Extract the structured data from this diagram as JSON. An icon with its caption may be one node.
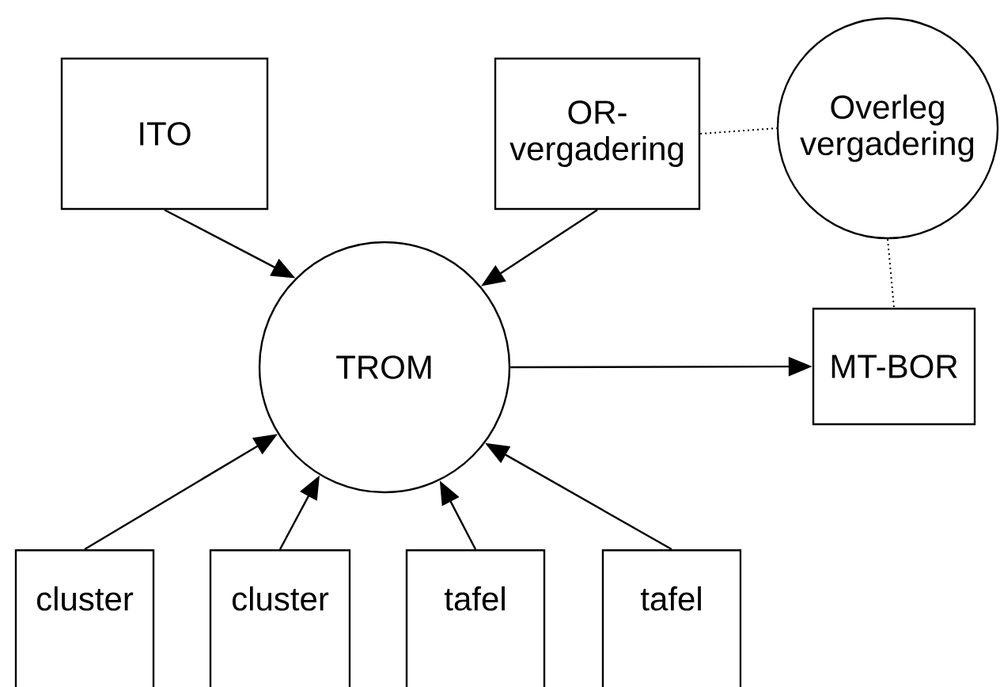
{
  "diagram": {
    "nodes": [
      {
        "text": [
          "ITO"
        ]
      },
      {
        "text": [
          "OR-vergadering"
        ]
      },
      {
        "text": [
          "Overleg vergadering"
        ]
      },
      {
        "text": [
          "TROM"
        ]
      },
      {
        "text": [
          "MT-BOR"
        ]
      },
      {
        "text": [
          "cluster"
        ]
      },
      {
        "text": [
          "cluster"
        ]
      },
      {
        "text": [
          "tafel"
        ]
      },
      {
        "text": [
          "tafel"
        ]
      }
    ],
    "edges": [
      {
        "from": 0,
        "to": 3,
        "arrow": "to"
      },
      {
        "from": 1,
        "to": 3,
        "arrow": "to"
      },
      {
        "from": 1,
        "to": 2,
        "arrow": "none",
        "style": "dashed"
      },
      {
        "from": 2,
        "to": 4,
        "arrow": "none",
        "style": "dashed"
      },
      {
        "from": 3,
        "to": 4,
        "arrow": "to"
      },
      {
        "from": 5,
        "to": 3,
        "arrow": "to"
      },
      {
        "from": 6,
        "to": 3,
        "arrow": "to"
      },
      {
        "from": 7,
        "to": 3,
        "arrow": "to"
      },
      {
        "from": 8,
        "to": 3,
        "arrow": "to"
      }
    ]
  }
}
